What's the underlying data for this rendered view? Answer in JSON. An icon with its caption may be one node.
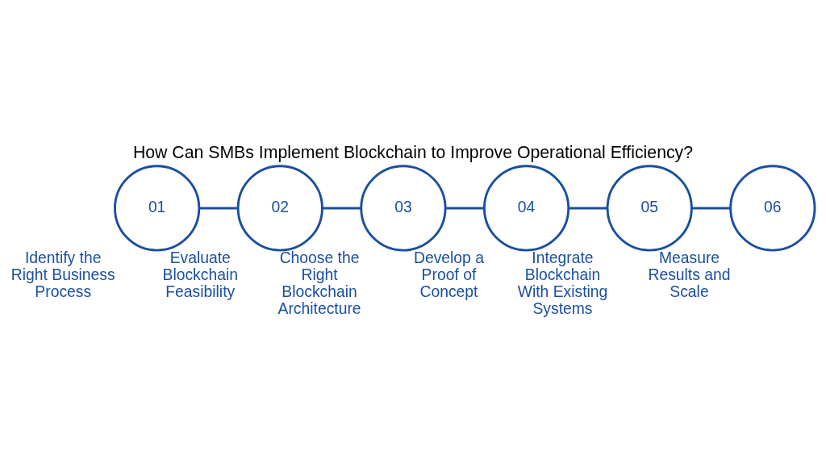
{
  "diagram": {
    "title": "How Can SMBs Implement Blockchain to Improve Operational Efficiency?",
    "nodes": [
      {
        "text": [
          "01"
        ],
        "beside": [
          "Identify the Right Business Process"
        ]
      },
      {
        "text": [
          "02"
        ],
        "beside": [
          "Evaluate Blockchain Feasibility"
        ]
      },
      {
        "text": [
          "03"
        ],
        "beside": [
          "Choose the Right Blockchain Architecture"
        ]
      },
      {
        "text": [
          "04"
        ],
        "beside": [
          "Develop a Proof of Concept"
        ]
      },
      {
        "text": [
          "05"
        ],
        "beside": [
          "Integrate Blockchain With Existing Systems"
        ]
      },
      {
        "text": [
          "06"
        ],
        "beside": [
          "Measure Results and Scale"
        ]
      }
    ],
    "edges": [
      {
        "from": 0,
        "to": 1,
        "arrow": "none"
      },
      {
        "from": 1,
        "to": 2,
        "arrow": "none"
      },
      {
        "from": 2,
        "to": 3,
        "arrow": "none"
      },
      {
        "from": 3,
        "to": 4,
        "arrow": "none"
      },
      {
        "from": 4,
        "to": 5,
        "arrow": "none"
      }
    ]
  }
}
